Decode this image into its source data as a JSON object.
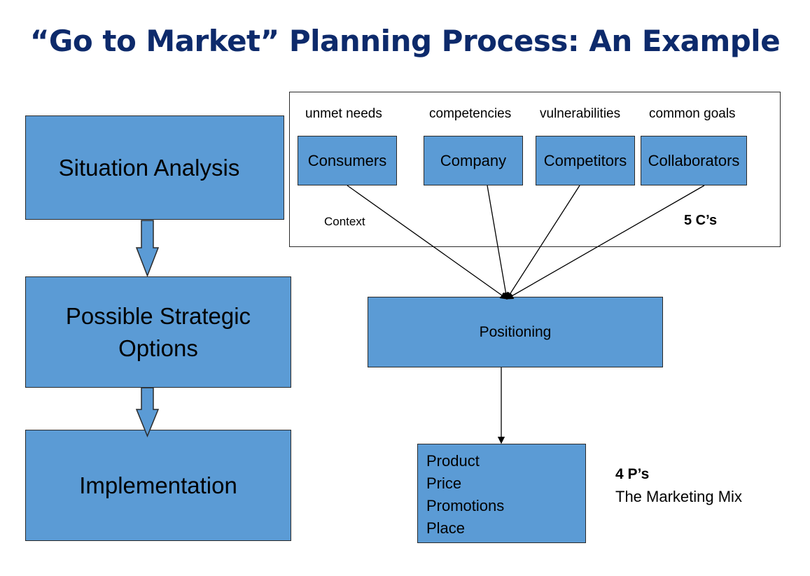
{
  "title": "“Go to Market” Planning Process: An Example",
  "left_flow": {
    "situation": "Situation Analysis",
    "options_line1": "Possible Strategic",
    "options_line2": "Options",
    "implementation": "Implementation"
  },
  "context_panel": {
    "context_label": "Context",
    "five_cs_label": "5 C’s",
    "items": [
      {
        "caption": "unmet needs",
        "box": "Consumers"
      },
      {
        "caption": "competencies",
        "box": "Company"
      },
      {
        "caption": "vulnerabilities",
        "box": "Competitors"
      },
      {
        "caption": "common goals",
        "box": "Collaborators"
      }
    ]
  },
  "positioning": "Positioning",
  "marketing_mix": {
    "items": [
      "Product",
      "Price",
      "Promotions",
      "Place"
    ],
    "heading": "4 P’s",
    "subtitle": "The Marketing Mix"
  },
  "colors": {
    "box_fill": "#5b9bd5",
    "title": "#0d2a6b",
    "border": "#2b2b2b"
  }
}
